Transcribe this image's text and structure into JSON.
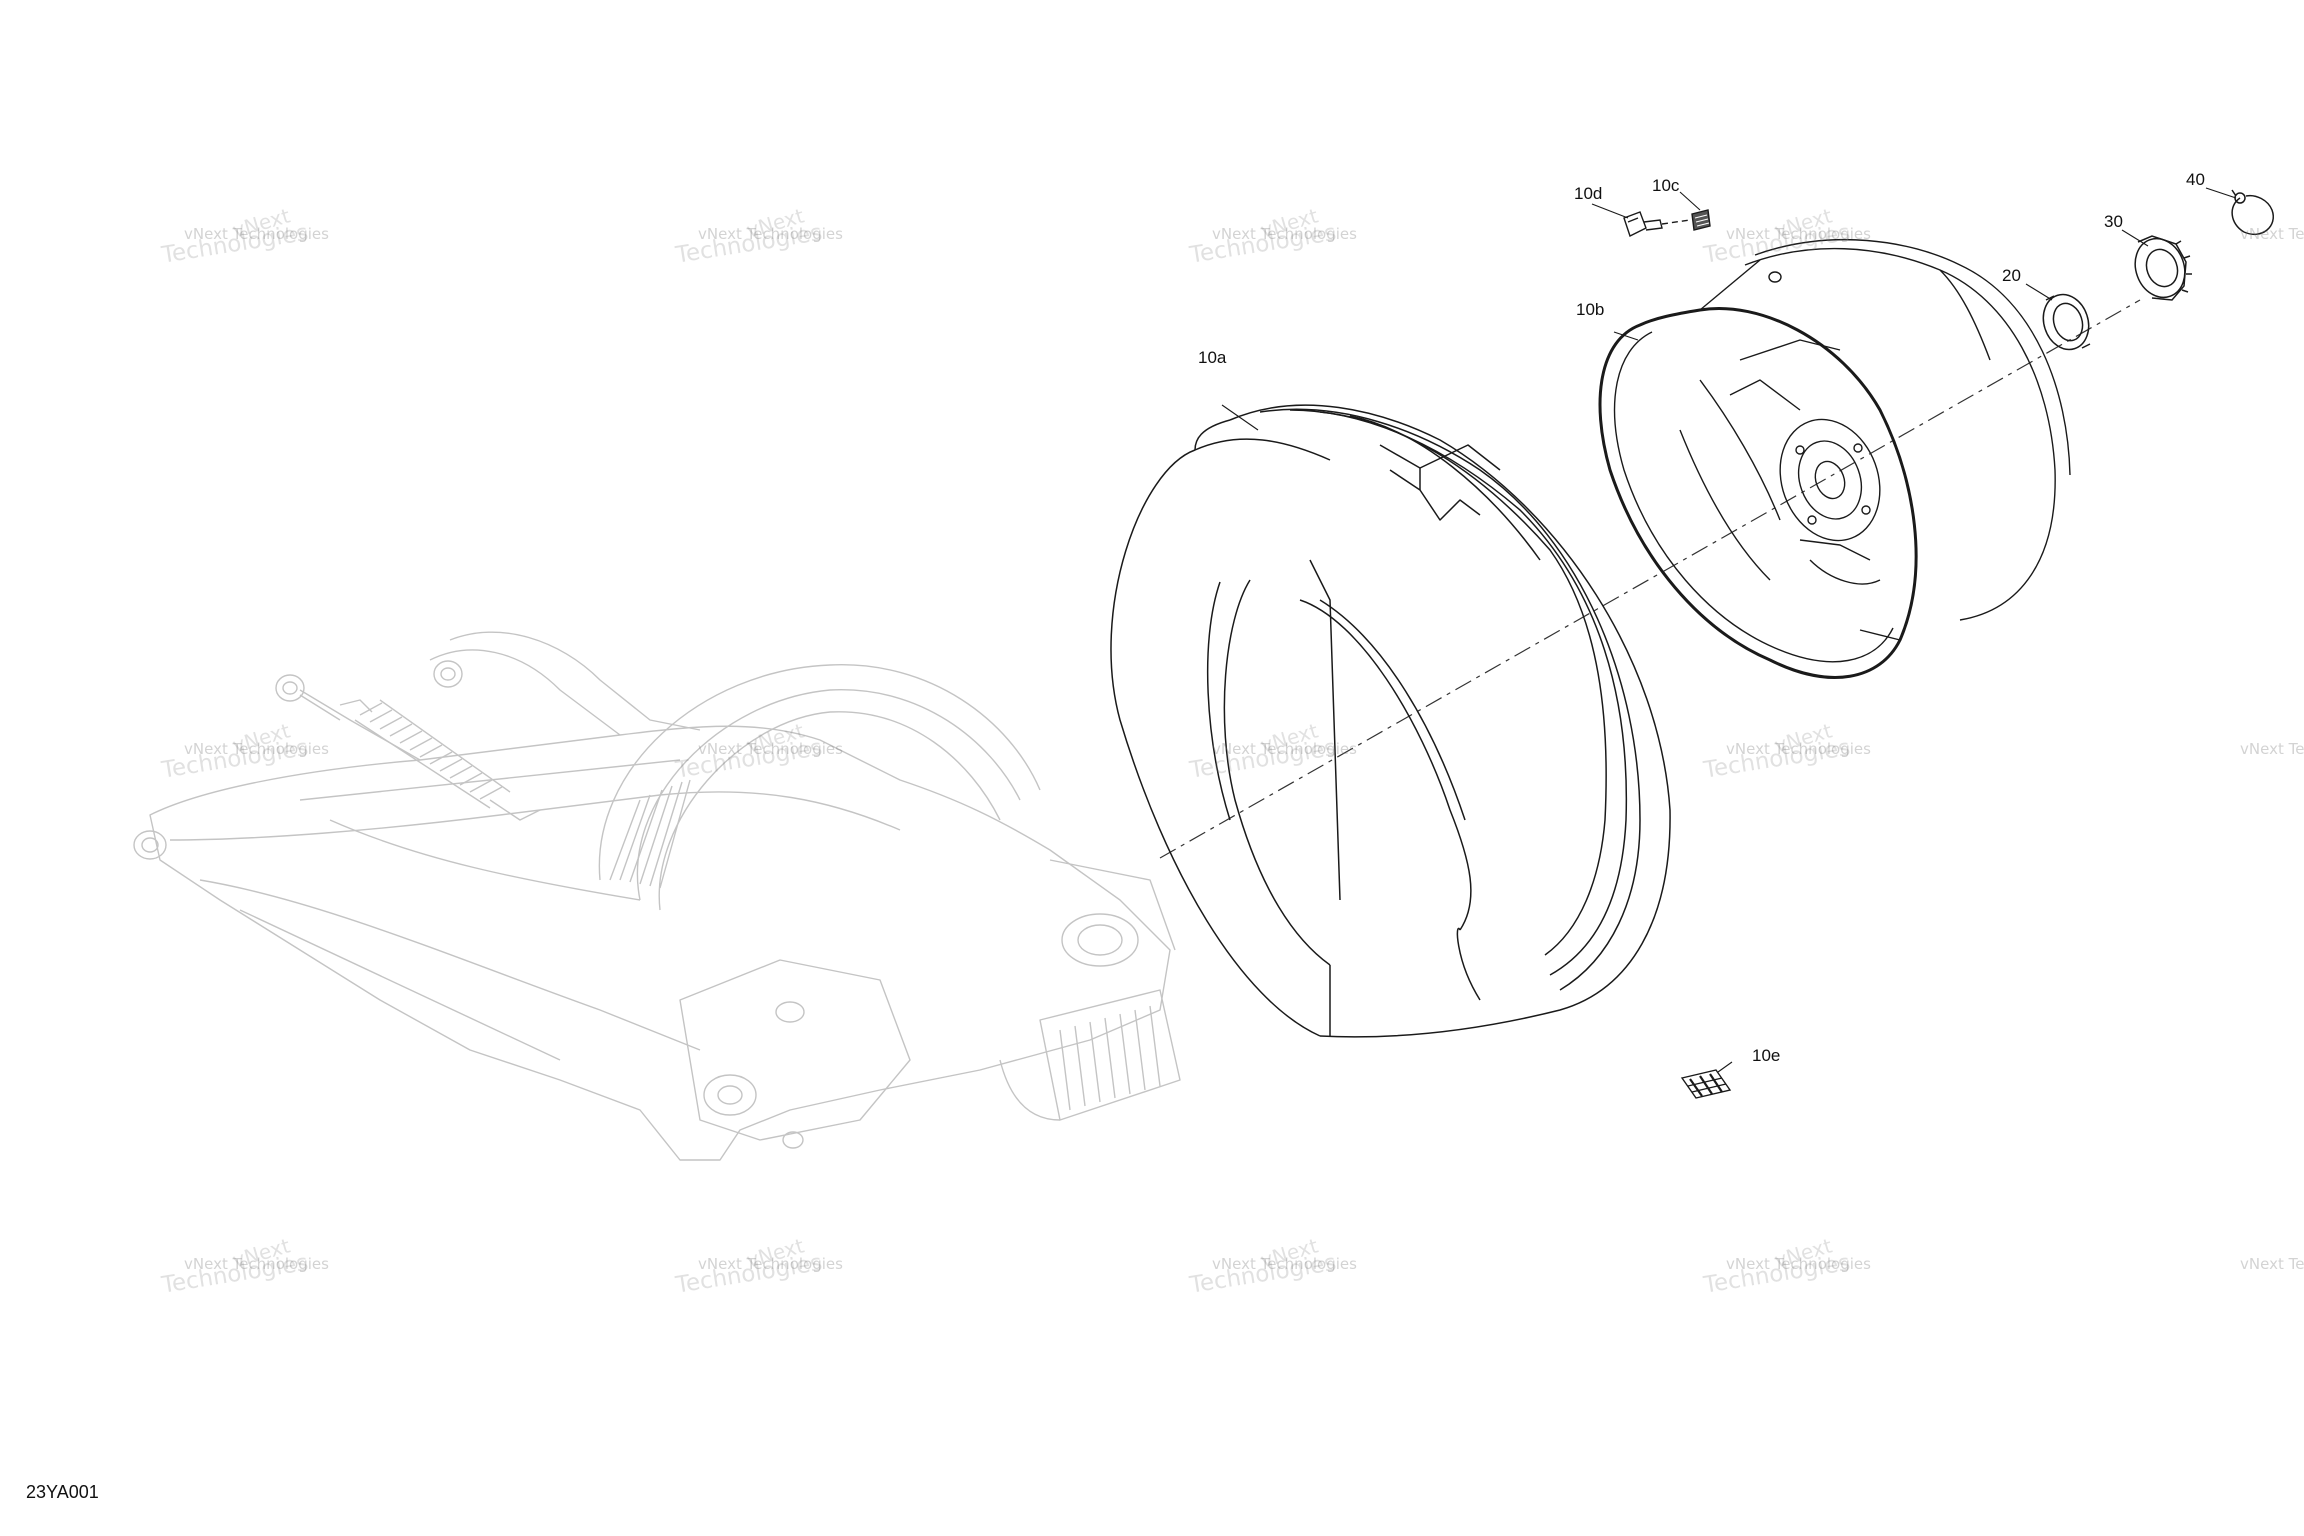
{
  "callouts": {
    "c10a": "10a",
    "c10b": "10b",
    "c10c": "10c",
    "c10d": "10d",
    "c10e": "10e",
    "c20": "20",
    "c30": "30",
    "c40": "40"
  },
  "figure_id": "23YA001",
  "watermark": {
    "line1": "vNext Technologies",
    "line2": "Technologies",
    "line3": "vNext"
  },
  "colors": {
    "line_dark": "#1a1a1a",
    "line_faint": "#c4c4c4",
    "watermark": "#787878"
  }
}
